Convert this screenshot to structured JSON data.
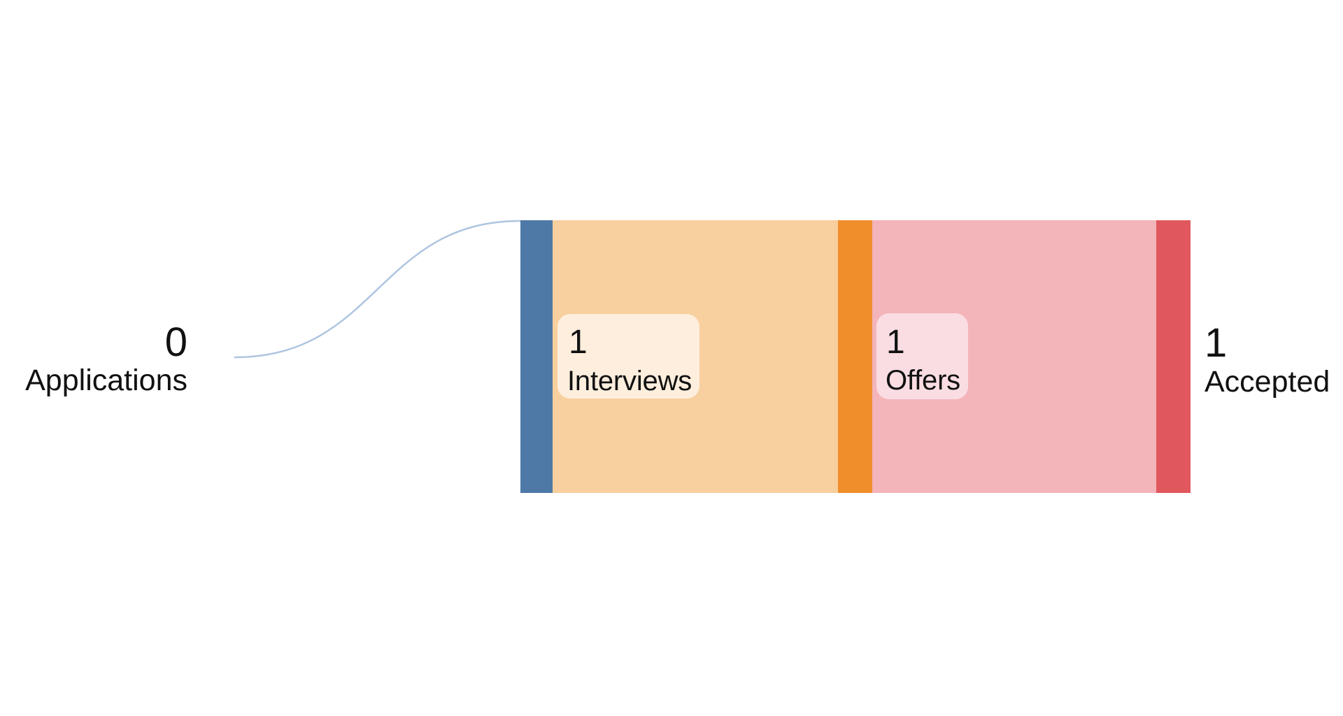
{
  "chart_data": {
    "type": "sankey",
    "orientation": "horizontal",
    "background": "#ffffff",
    "text_color": "#111111",
    "stages": [
      "Applications",
      "Interviews",
      "Offers",
      "Accepted"
    ],
    "nodes": [
      {
        "label": "Applications",
        "value": 0,
        "label_side": "left"
      },
      {
        "label": "Interviews",
        "value": 1,
        "color": "#4e79a7",
        "label_side": "inside-chip",
        "chip_bg": "#fdeedd"
      },
      {
        "label": "Offers",
        "value": 1,
        "color": "#f18e2c",
        "label_side": "inside-chip",
        "chip_bg": "#f9dde3"
      },
      {
        "label": "Accepted",
        "value": 1,
        "color": "#e0585d",
        "label_side": "right"
      }
    ],
    "links": [
      {
        "source": "Applications",
        "target": "Interviews",
        "value": 0,
        "color": "#aec5e0",
        "style": "hairline-curve"
      },
      {
        "source": "Interviews",
        "target": "Offers",
        "value": 1,
        "color": "#f8cf9e",
        "style": "band"
      },
      {
        "source": "Offers",
        "target": "Accepted",
        "value": 1,
        "color": "#f3b4ba",
        "style": "band"
      }
    ]
  }
}
